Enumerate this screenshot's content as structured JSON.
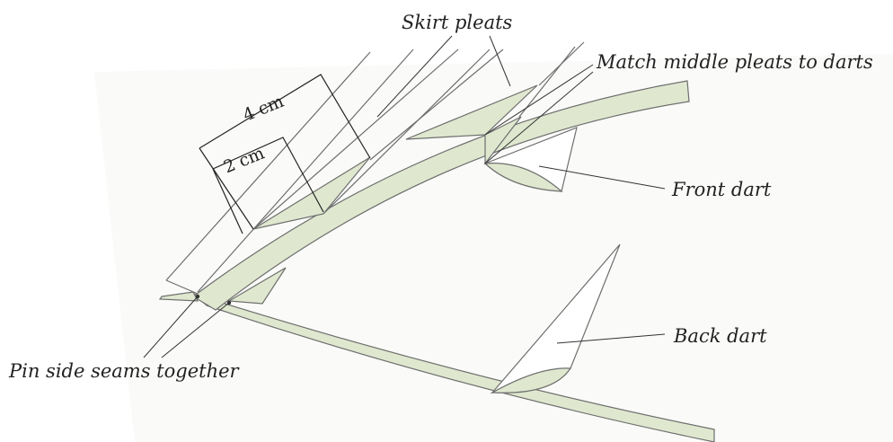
{
  "labels": {
    "skirt_pleats": "Skirt pleats",
    "match_pleats": "Match middle pleats to darts",
    "front_dart": "Front dart",
    "back_dart": "Back dart",
    "pin_side_seams": "Pin side seams together"
  },
  "dimensions": {
    "outer": "4 cm",
    "inner": "2 cm"
  },
  "colors": {
    "fabric_fill": "#dfe8cf",
    "outline": "#6e6e6e",
    "text": "#222222"
  }
}
